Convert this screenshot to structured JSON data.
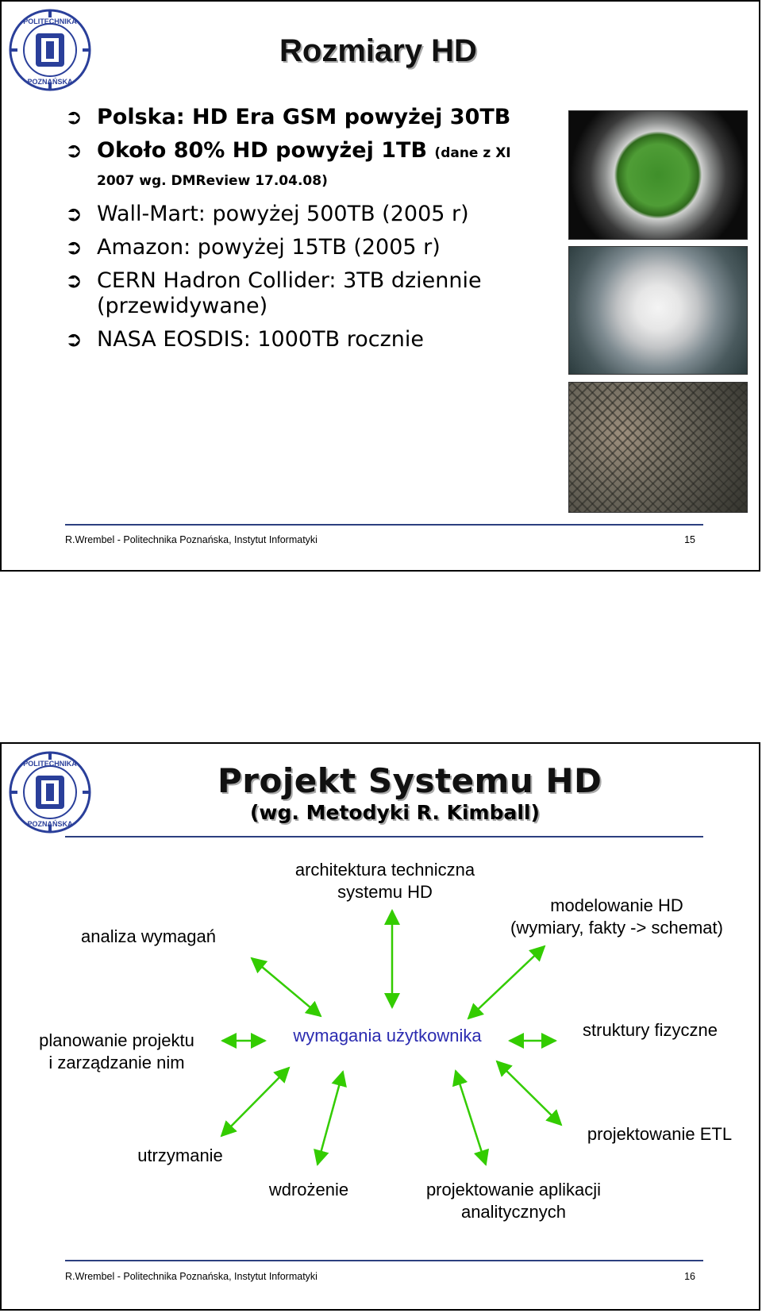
{
  "slide1": {
    "title": "Rozmiary HD",
    "bullets": [
      {
        "text": "Polska: HD Era GSM powyżej 30TB",
        "note": ""
      },
      {
        "text": "Około 80% HD powyżej 1TB ",
        "note": "(dane z XI 2007 wg. DMReview 17.04.08)"
      },
      {
        "text": "Wall-Mart: powyżej 500TB (2005 r)",
        "note": ""
      },
      {
        "text": "Amazon: powyżej 15TB (2005 r)",
        "note": ""
      },
      {
        "text": "CERN Hadron Collider: 3TB dziennie (przewidywane)",
        "note": ""
      },
      {
        "text": "NASA EOSDIS: 1000TB rocznie",
        "note": ""
      }
    ],
    "bullet_icon": "circled-arrow-icon",
    "footer": "R.Wrembel - Politechnika Poznańska, Instytut Informatyki",
    "page": "15"
  },
  "slide2": {
    "title": "Projekt Systemu HD",
    "subtitle": "(wg. Metodyki R. Kimball)",
    "nodes": {
      "center": "wymagania użytkownika",
      "analysis": "analiza wymagań",
      "architecture_line1": "architektura techniczna",
      "architecture_line2": "systemu HD",
      "modeling_line1": "modelowanie HD",
      "modeling_line2": "(wymiary, fakty -> schemat)",
      "planning_line1": "planowanie projektu",
      "planning_line2": "i zarządzanie nim",
      "physical": "struktury fizyczne",
      "maintenance": "utrzymanie",
      "deployment": "wdrożenie",
      "apps_line1": "projektowanie aplikacji",
      "apps_line2": "analitycznych",
      "etl": "projektowanie ETL"
    },
    "colors": {
      "arrow": "#33cc00",
      "center_text": "#2b2bb0",
      "rule": "#2c3f80"
    },
    "footer": "R.Wrembel - Politechnika Poznańska, Instytut Informatyki",
    "page": "16"
  }
}
